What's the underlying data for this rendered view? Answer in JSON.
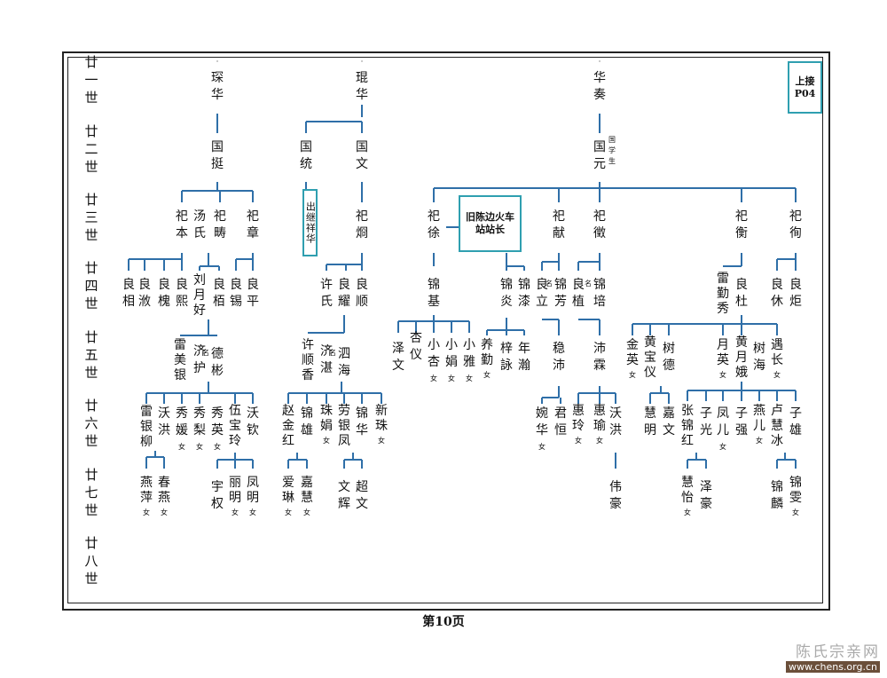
{
  "generations": [
    "廿一世",
    "廿二世",
    "廿三世",
    "廿四世",
    "廿五世",
    "廿六世",
    "廿七世",
    "廿八世"
  ],
  "notes": {
    "stationmaster": "旧陈边火车站站长",
    "adopted": "出继祥华",
    "continue_line1": "上接",
    "continue_line2": "P04",
    "guoxuesheng": "国学生",
    "ming": "名",
    "nv": "女"
  },
  "people": {
    "dianhua": "琛华",
    "kunhua": "琨华",
    "huazou": "华奏",
    "guoting": "国挺",
    "guotong": "国统",
    "guowen": "国文",
    "guoyuan": "国元",
    "siben": "祀本",
    "tangshi": "汤氏",
    "sichou": "祀畴",
    "sizhang": "祀章",
    "sijiong": "祀烱",
    "sixu": "祀徐",
    "sixian": "祀献",
    "siwei": "祀徵",
    "siheng": "祀衡",
    "sixun": "祀徇",
    "liangxiang": "良相",
    "liangyi": "良浟",
    "lianghuai": "良槐",
    "liangxi": "良熙",
    "liuyuehao": "刘月好",
    "liangzhi": "良栢",
    "liangxi2": "良锡",
    "liangping": "良平",
    "xushi": "许氏",
    "liangyao": "良耀",
    "liangshun": "良顺",
    "jinji": "锦基",
    "jinyan": "锦炎",
    "jinqi": "锦漆",
    "liangli": "良立",
    "jinfang": "锦芳",
    "liangzhi2": "良植",
    "jinpei": "锦培",
    "leiqinxiu": "雷勤秀",
    "liangdu": "良杜",
    "liangxiu": "良休",
    "liangju": "良炬",
    "leimeiyin": "雷美银",
    "jihu": "济护",
    "debin": "德彬",
    "xushunxiang": "许顺香",
    "jizhan": "济湛",
    "sihai": "泗海",
    "zewen": "泽文",
    "xingyi": "杏仪",
    "xiaoxing": "小杏",
    "xiaojuan": "小娟",
    "xiaoya": "小雅",
    "yangqin": "养勤",
    "ziyong": "梓詠",
    "nianhan": "年瀚",
    "wenpei": "稳沛",
    "peilin": "沛霖",
    "jinying": "金英",
    "huangbaoyi": "黄宝仪",
    "shude": "树德",
    "yueying": "月英",
    "huangyuee": "黄月娥",
    "shuhai": "树海",
    "yuchang": "遇长",
    "leiyinliu": "雷银柳",
    "wohong": "沃洪",
    "xiuyuan": "秀媛",
    "xiuli": "秀梨",
    "xiuying": "秀英",
    "wubaoling": "伍宝玲",
    "woqin": "沃钦",
    "zhaojinhong": "赵金红",
    "jinxiong": "锦雄",
    "zhujuan": "珠娟",
    "laoyinfeng": "劳银凤",
    "jinhua": "锦华",
    "xinzhu": "新珠",
    "wanhua": "婉华",
    "junheng": "君恒",
    "huiling": "惠玲",
    "huiyu": "惠瑜",
    "wohong2": "沃洪",
    "huiming": "慧明",
    "jiawen": "嘉文",
    "zhangjinhong": "张锦红",
    "ziguang": "子光",
    "fenger": "凤儿",
    "ziqiang": "子强",
    "yaner": "燕儿",
    "luhuibing": "卢慧冰",
    "zixiong": "子雄",
    "yanping": "燕萍",
    "chunyan": "春燕",
    "yuquan": "宇权",
    "liming": "丽明",
    "fengming": "凤明",
    "aitian": "爱琳",
    "jiahui": "嘉慧",
    "wenhui": "文辉",
    "chaowen": "超文",
    "weihao": "伟豪",
    "huiyi": "慧怡",
    "zehao": "泽豪",
    "jinlin": "锦麟",
    "jinwen": "锦雯"
  },
  "page_label": "第10页",
  "watermark": {
    "site_name": "陈氏宗亲网",
    "url": "www.chens.org.cn"
  }
}
